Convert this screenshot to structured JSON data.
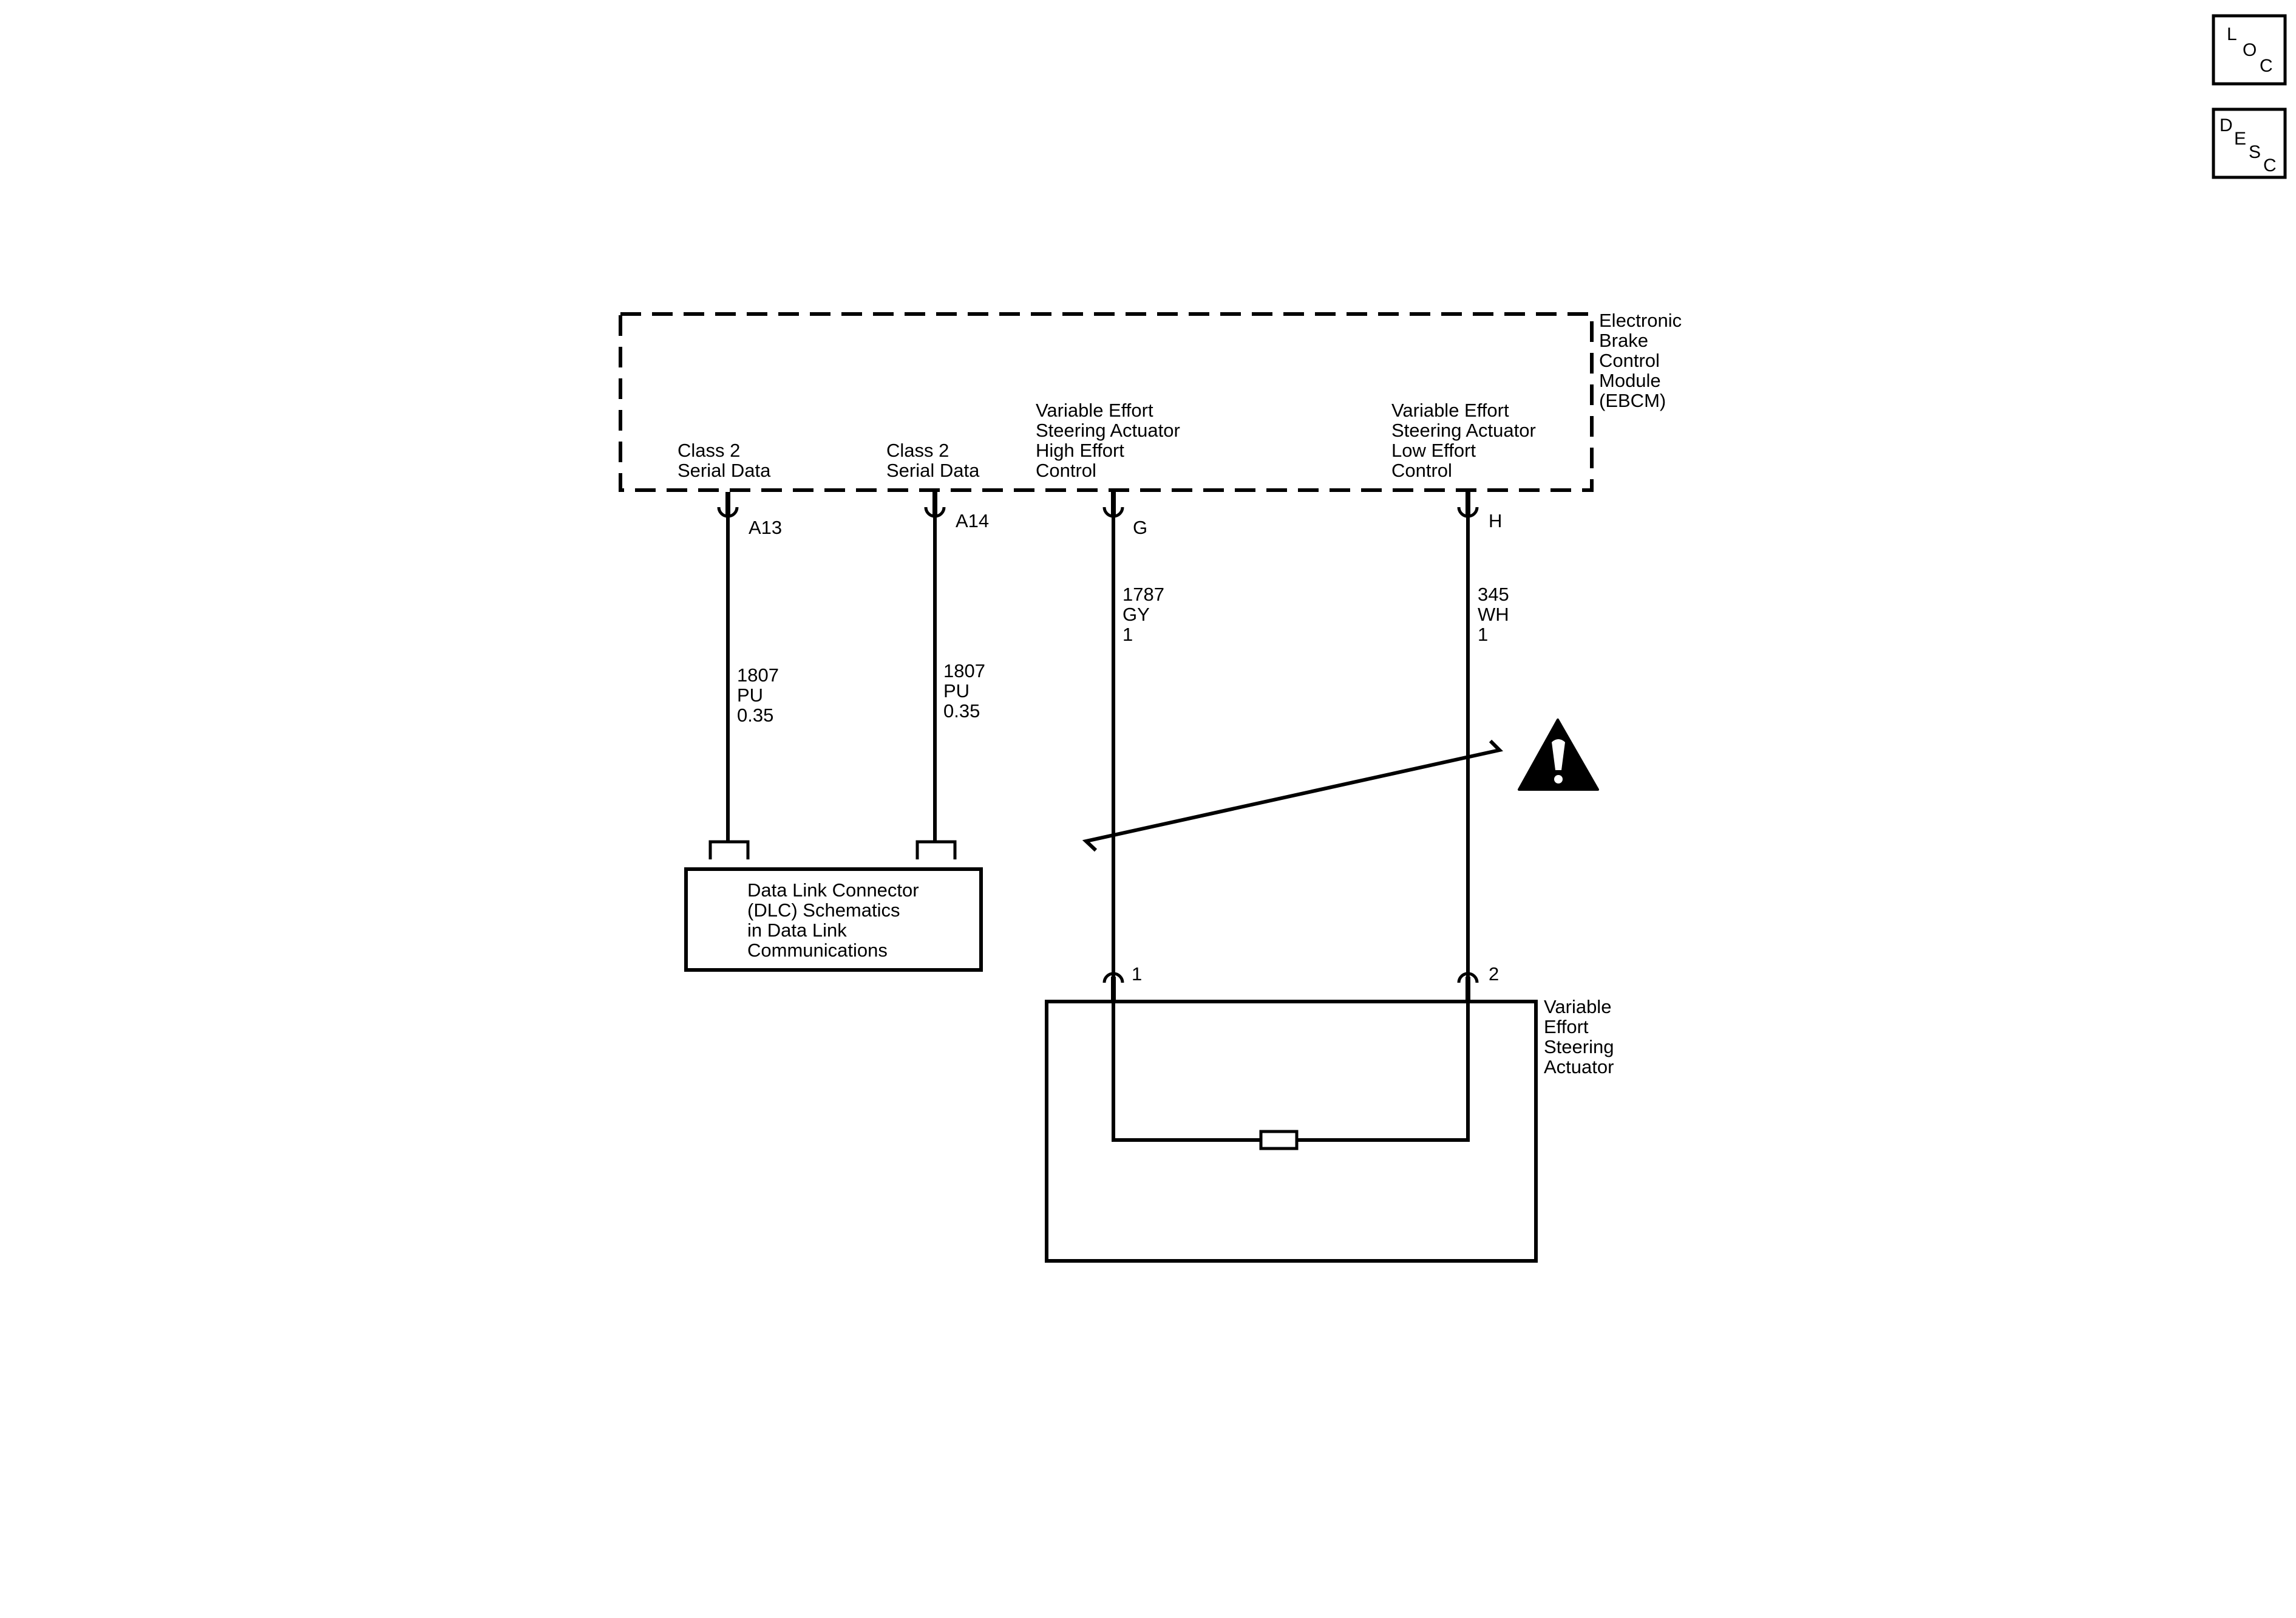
{
  "nav": {
    "loc": [
      "L",
      "O",
      "C"
    ],
    "desc": [
      "D",
      "E",
      "S",
      "C"
    ]
  },
  "ebcm": {
    "label": [
      "Electronic",
      "Brake",
      "Control",
      "Module",
      "(EBCM)"
    ],
    "pins": [
      {
        "pin": "A13",
        "function": [
          "Class 2",
          "Serial Data"
        ],
        "wire": [
          "1807",
          "PU",
          "0.35"
        ]
      },
      {
        "pin": "A14",
        "function": [
          "Class 2",
          "Serial Data"
        ],
        "wire": [
          "1807",
          "PU",
          "0.35"
        ]
      },
      {
        "pin": "G",
        "function": [
          "Variable Effort",
          "Steering Actuator",
          "High Effort",
          "Control"
        ],
        "wire": [
          "1787",
          "GY",
          "1"
        ]
      },
      {
        "pin": "H",
        "function": [
          "Variable Effort",
          "Steering Actuator",
          "Low Effort",
          "Control"
        ],
        "wire": [
          "345",
          "WH",
          "1"
        ]
      }
    ]
  },
  "dlc": {
    "label": [
      "Data Link Connector",
      "(DLC) Schematics",
      "in Data Link",
      "Communications"
    ]
  },
  "actuator": {
    "label": [
      "Variable",
      "Effort",
      "Steering",
      "Actuator"
    ],
    "pins": [
      "1",
      "2"
    ]
  },
  "warning_icon": "caution-triangle-icon"
}
